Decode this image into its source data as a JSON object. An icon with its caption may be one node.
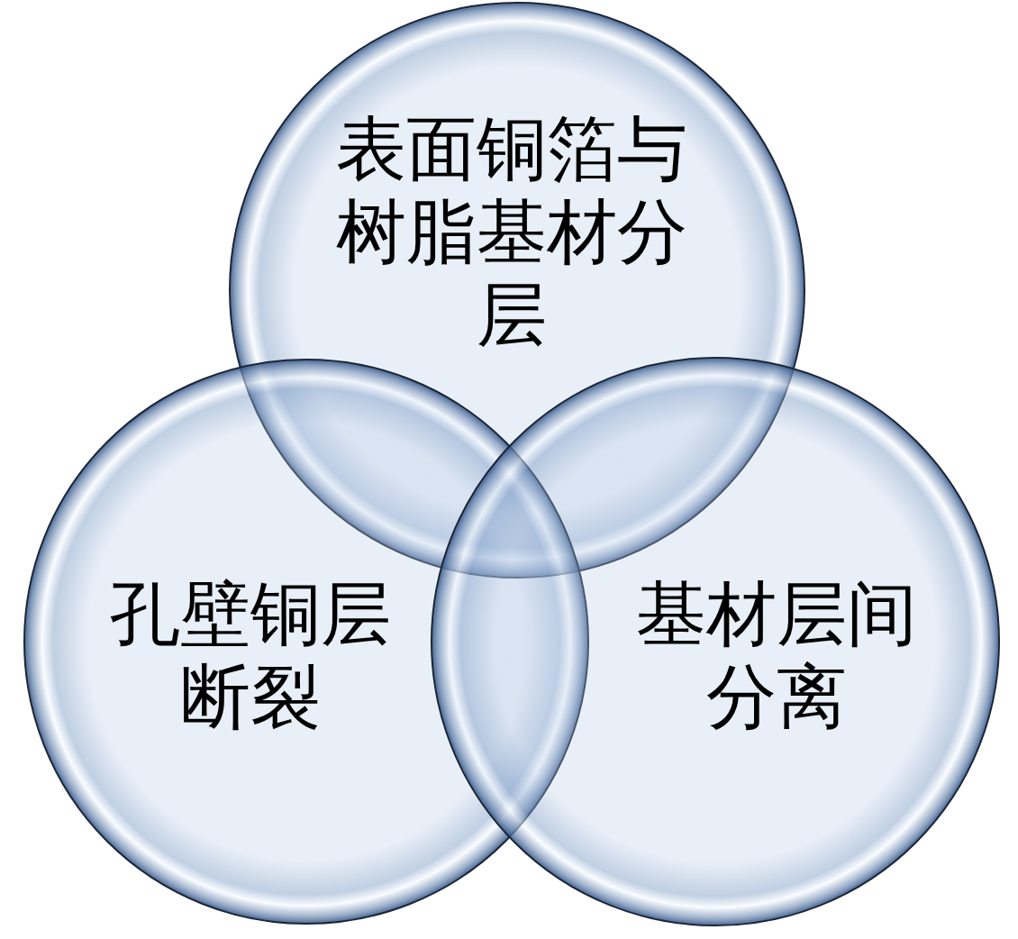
{
  "diagram": {
    "nodes": [
      {
        "text": [
          "表面铜箔与树脂基材分层"
        ]
      },
      {
        "text": [
          "孔壁铜层断裂"
        ]
      },
      {
        "text": [
          "基材层间分离"
        ]
      }
    ]
  }
}
